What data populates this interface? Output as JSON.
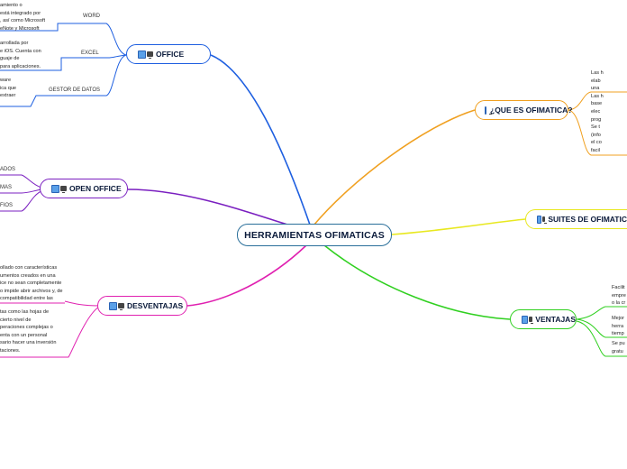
{
  "center": {
    "label": "HERRAMIENTAS OFIMATICAS"
  },
  "branches": {
    "office": {
      "label": "OFFICE",
      "color": "#1e5fe0"
    },
    "open_office": {
      "label": "OPEN OFFICE",
      "color": "#7a1fc0"
    },
    "desventajas": {
      "label": "DESVENTAJAS",
      "color": "#e020b0"
    },
    "que_es": {
      "label": "¿QUE ES OFIMATICA?",
      "color": "#f0a020"
    },
    "suites": {
      "label": "SUITES DE OFIMATIC",
      "color": "#e8e820"
    },
    "ventajas": {
      "label": "VENTAJAS",
      "color": "#30d020"
    }
  },
  "office_items": {
    "word": "WORD",
    "excel": "EXCEL",
    "gestor": "GESTOR DE DATOS"
  },
  "office_text": {
    "word": [
      "amiento o",
      "está integrado por",
      ", así como Microsoft",
      "eNote y Microsoft"
    ],
    "excel": [
      "arrollada por",
      "e iOS. Cuenta con",
      "guaje de",
      "para aplicaciones."
    ],
    "gestor": [
      "ware",
      "ica que",
      "extraer"
    ]
  },
  "open_office_items": [
    "ADOS",
    "MAS",
    "FIOS"
  ],
  "desventajas_text": {
    "p1": [
      "ollado con características",
      "umentos creados en una",
      "ice no sean completamente",
      "o impide abrir archivos y, de",
      "compatibilidad entre las"
    ],
    "p2": [
      "tas como las hojas de",
      "cierto nivel de",
      "peraciones complejas o",
      "enta con un personal",
      "sario hacer una inversión",
      "taciones."
    ]
  },
  "que_es_text": [
    "Las h",
    "elab",
    "una",
    "Las h",
    "base",
    "elec",
    "prog",
    "Se t",
    "(info",
    "el co",
    "facil"
  ],
  "ventajas_text": {
    "p1": [
      "Facilit",
      "empre",
      "o la cr"
    ],
    "p2": [
      "Mejor",
      "herra",
      "tiemp"
    ],
    "p3": [
      "Se pu",
      "gratu"
    ]
  }
}
